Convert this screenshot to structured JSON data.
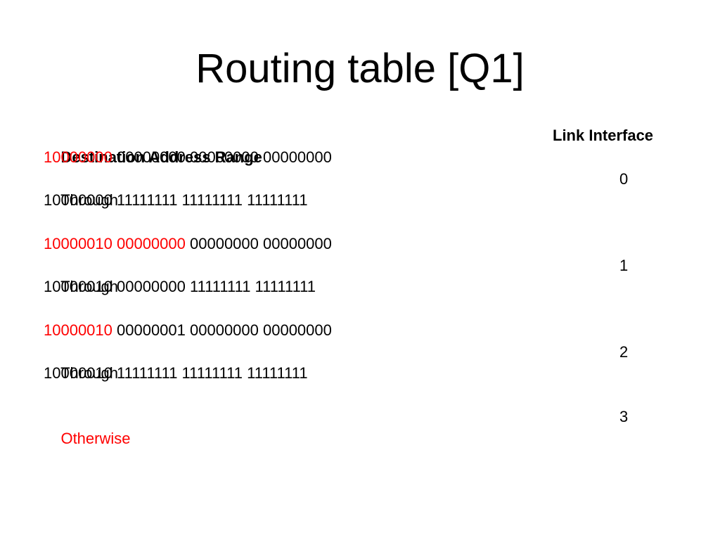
{
  "title": "Routing table [Q1]",
  "table": {
    "header_destination": "Destination Address Range",
    "header_link": "Link Interface",
    "through_label": "Through",
    "entries": [
      {
        "start_red": "10000000",
        "start_black": " 00000000 00000000 00000000",
        "end": "10000000 11111111 11111111 11111111",
        "link": "0"
      },
      {
        "start_red": "10000010 00000000",
        "start_black": " 00000000 00000000",
        "end": "10000010 00000000 11111111 11111111",
        "link": "1"
      },
      {
        "start_red": "10000010",
        "start_black": " 00000001 00000000 00000000",
        "end": "10000010 11111111 11111111 11111111",
        "link": "2"
      }
    ],
    "otherwise_label": "Otherwise",
    "otherwise_link": "3"
  },
  "colors": {
    "highlight": "#ff0000",
    "text": "#000000",
    "background": "#ffffff"
  }
}
